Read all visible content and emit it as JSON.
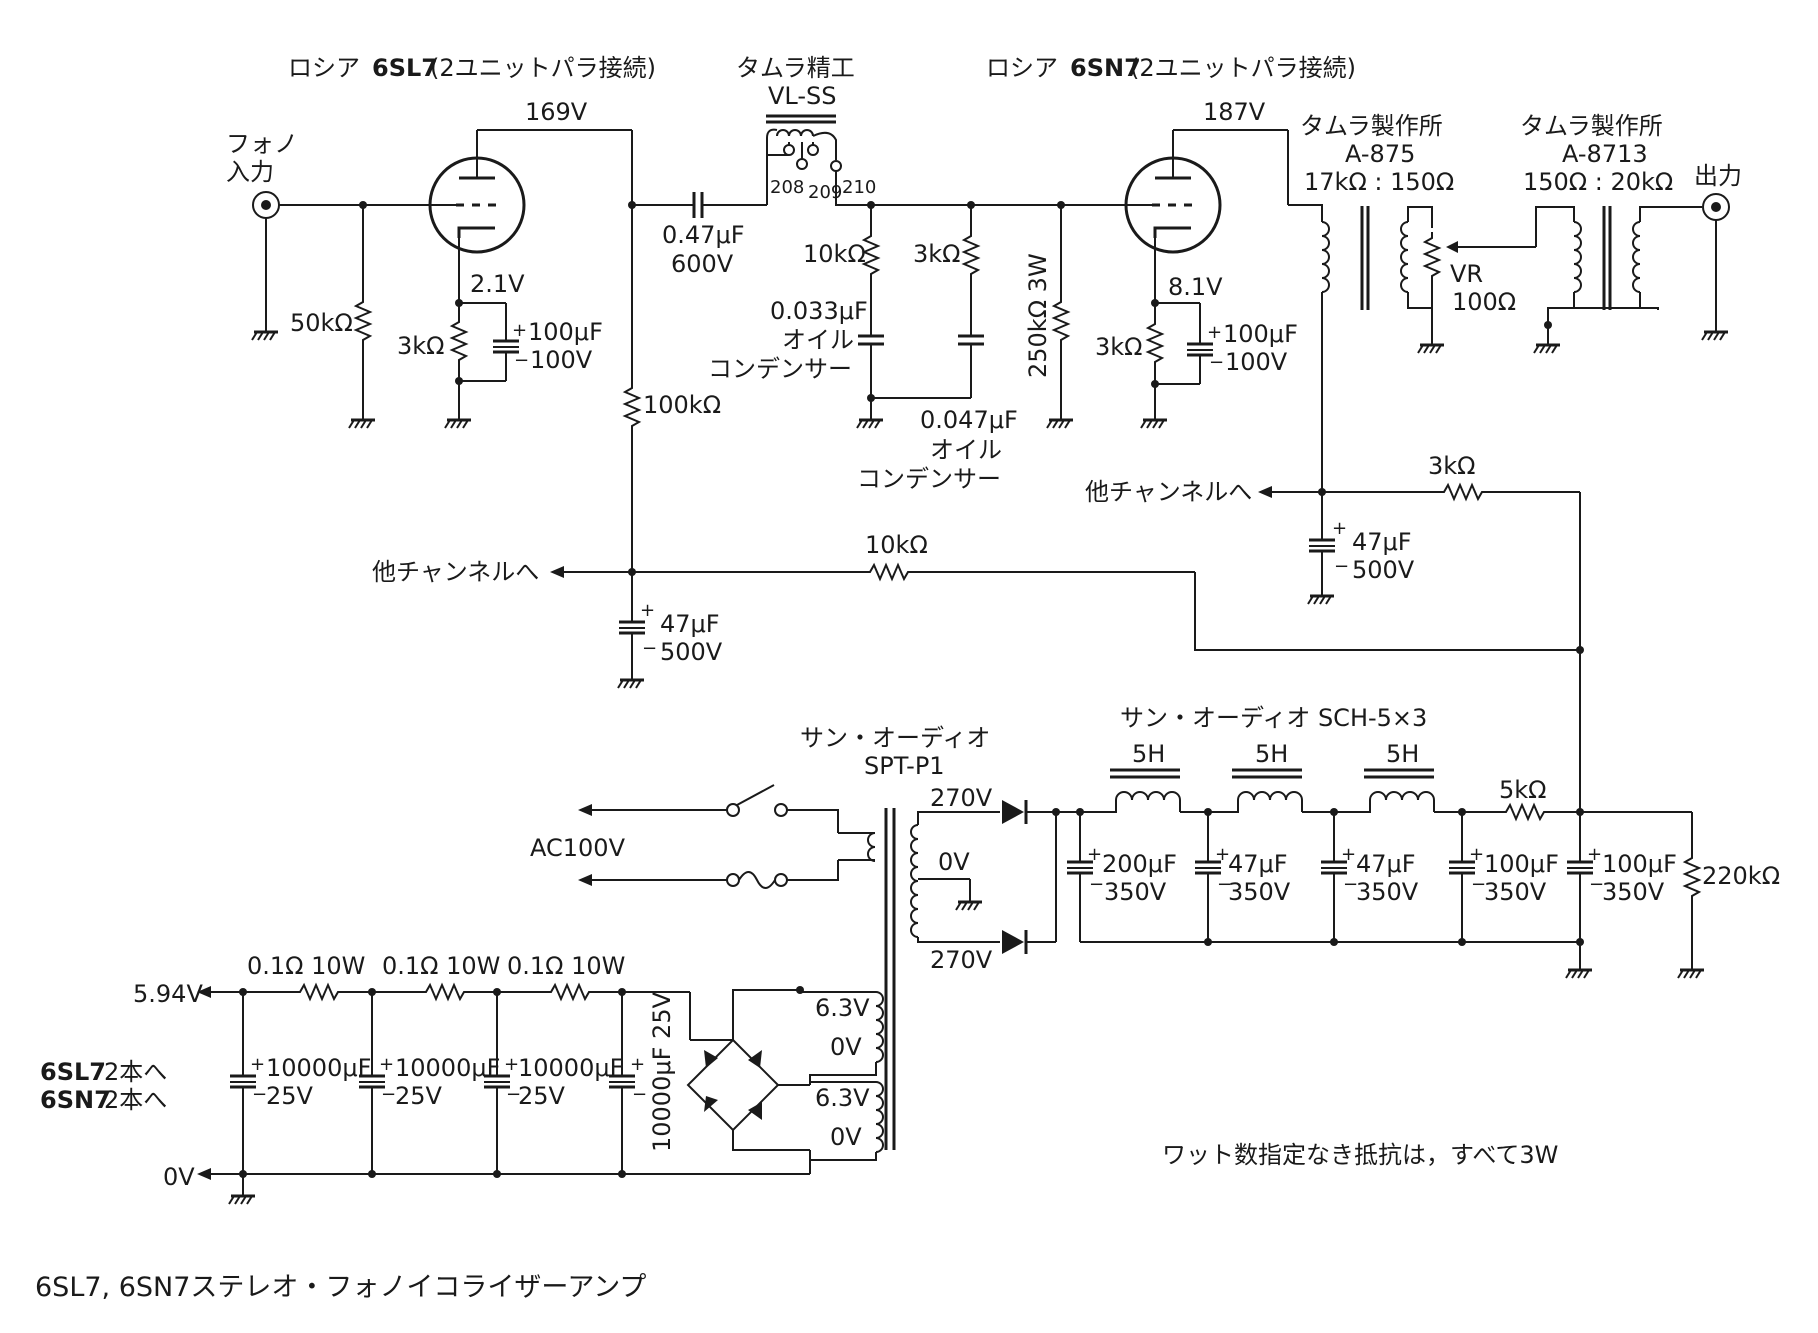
{
  "caption": "6SL7, 6SN7ステレオ・フォノイコライザーアンプ",
  "note": "ワット数指定なき抵抗は，すべて3W",
  "labels": {
    "tube1_title_a": "ロシア",
    "tube1_title_b": "6SL7",
    "tube1_title_c": "(2ユニットパラ接続)",
    "tube2_title_a": "ロシア",
    "tube2_title_b": "6SN7",
    "tube2_title_c": "(2ユニットパラ接続)",
    "vlss_maker": "タムラ精工",
    "vlss_model": "VL-SS",
    "tap208": "208",
    "tap209": "209",
    "tap210": "210",
    "phono_in_1": "フォノ",
    "phono_in_2": "入力",
    "v169": "169V",
    "v187": "187V",
    "v21": "2.1V",
    "v81": "8.1V",
    "r50k": "50kΩ",
    "rk1": "3kΩ",
    "ck1_a": "100μF",
    "ck1_b": "100V",
    "r100k": "100kΩ",
    "cc_a": "0.47μF",
    "cc_b": "600V",
    "r10k_eq": "10kΩ",
    "r3k_eq": "3kΩ",
    "c033_a": "0.033μF",
    "c033_b": "オイル",
    "c033_c": "コンデンサー",
    "c047_a": "0.047μF",
    "c047_b": "オイル",
    "c047_c": "コンデンサー",
    "r250k": "250kΩ 3W",
    "rk2": "3kΩ",
    "ck2_a": "100μF",
    "ck2_b": "100V",
    "t875_maker": "タムラ製作所",
    "t875_model": "A-875",
    "t875_ratio": "17kΩ : 150Ω",
    "t8713_maker": "タムラ製作所",
    "t8713_model": "A-8713",
    "t8713_ratio": "150Ω : 20kΩ",
    "vr_a": "VR",
    "vr_b": "100Ω",
    "out": "出力",
    "to_other_1": "他チャンネルへ",
    "to_other_2": "他チャンネルへ",
    "r3k_b": "3kΩ",
    "c47_2a": "47μF",
    "c47_2b": "500V",
    "r10k_b": "10kΩ",
    "c47_1a": "47μF",
    "c47_1b": "500V",
    "ptrans_maker": "サン・オーディオ",
    "ptrans_model": "SPT-P1",
    "choke_title": "サン・オーディオ SCH-5×3",
    "choke1": "5H",
    "choke2": "5H",
    "choke3": "5H",
    "r5k": "5kΩ",
    "v270a": "270V",
    "v270b": "270V",
    "v0": "0V",
    "ac100": "AC100V",
    "c200_a": "200μF",
    "c200_b": "350V",
    "cf1_a": "47μF",
    "cf1_b": "350V",
    "cf2_a": "47μF",
    "cf2_b": "350V",
    "cf3_a": "100μF",
    "cf3_b": "350V",
    "cf4_a": "100μF",
    "cf4_b": "350V",
    "r220k": "220kΩ",
    "v594": "5.94V",
    "heater_to1_a": "6SL7",
    "heater_to1_b": "2本へ",
    "heater_to2_a": "6SN7",
    "heater_to2_b": "2本へ",
    "zero_v": "0V",
    "rh1": "0.1Ω 10W",
    "rh2": "0.1Ω 10W",
    "rh3": "0.1Ω 10W",
    "ch1_a": "10000μF",
    "ch1_b": "25V",
    "ch2_a": "10000μF",
    "ch2_b": "25V",
    "ch3_a": "10000μF",
    "ch3_b": "25V",
    "ch4": "10000μF 25V",
    "h63a": "6.3V",
    "h0a": "0V",
    "h63b": "6.3V",
    "h0b": "0V"
  }
}
